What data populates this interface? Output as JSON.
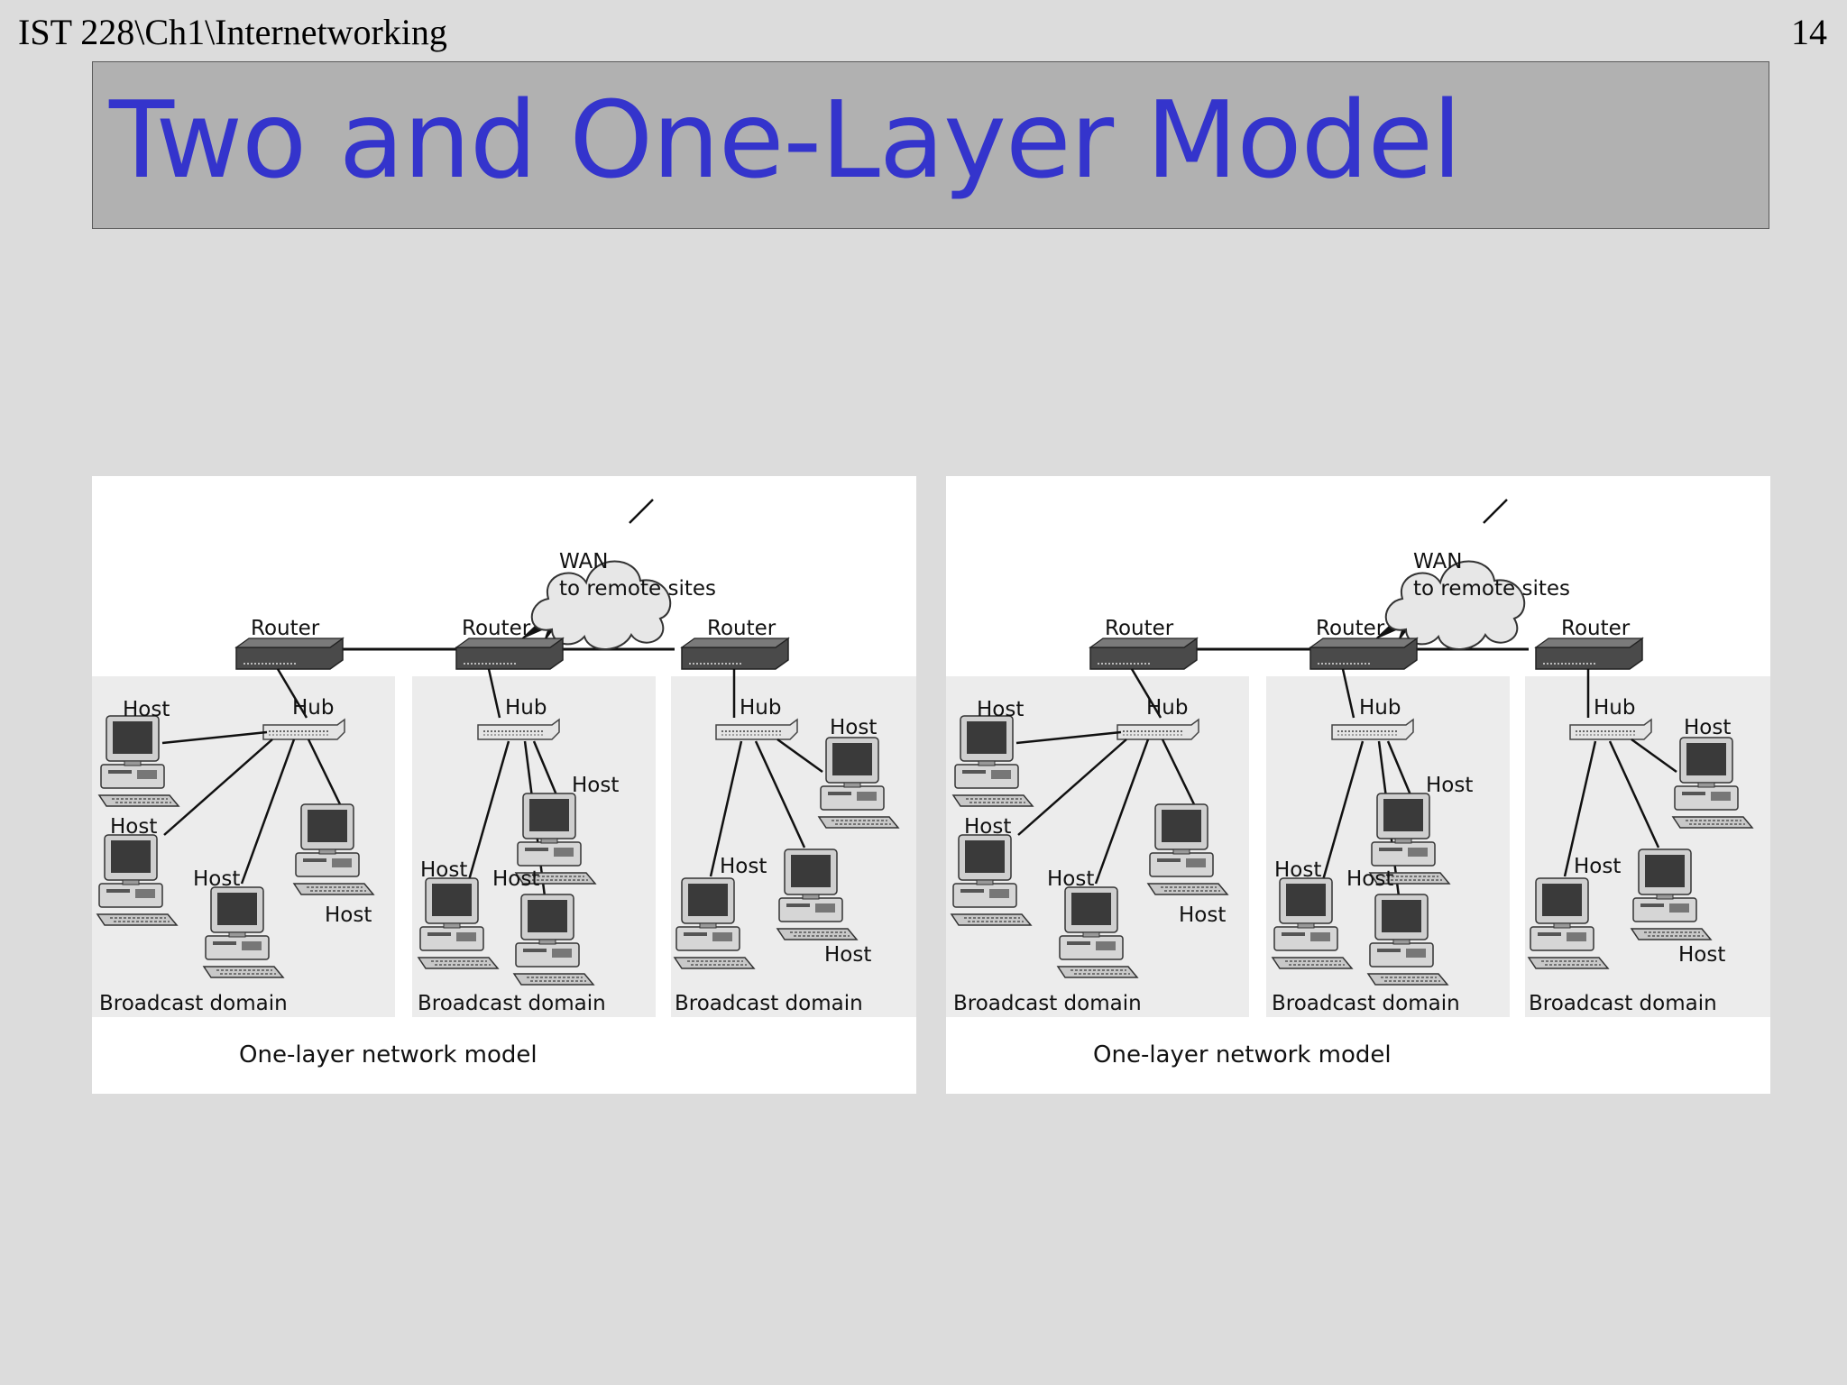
{
  "header": {
    "course_path": "IST 228\\Ch1\\Internetworking",
    "page_number": "14"
  },
  "slide": {
    "title": "Two and One-Layer Model"
  },
  "diagrams": [
    {
      "wan_line1": "WAN",
      "wan_line2": "to remote sites",
      "router_label": "Router",
      "hub_label": "Hub",
      "host_label": "Host",
      "domain_label": "Broadcast domain",
      "caption": "One-layer network model"
    },
    {
      "wan_line1": "WAN",
      "wan_line2": "to remote sites",
      "router_label": "Router",
      "hub_label": "Hub",
      "host_label": "Host",
      "domain_label": "Broadcast domain",
      "caption": "One-layer network model"
    }
  ]
}
